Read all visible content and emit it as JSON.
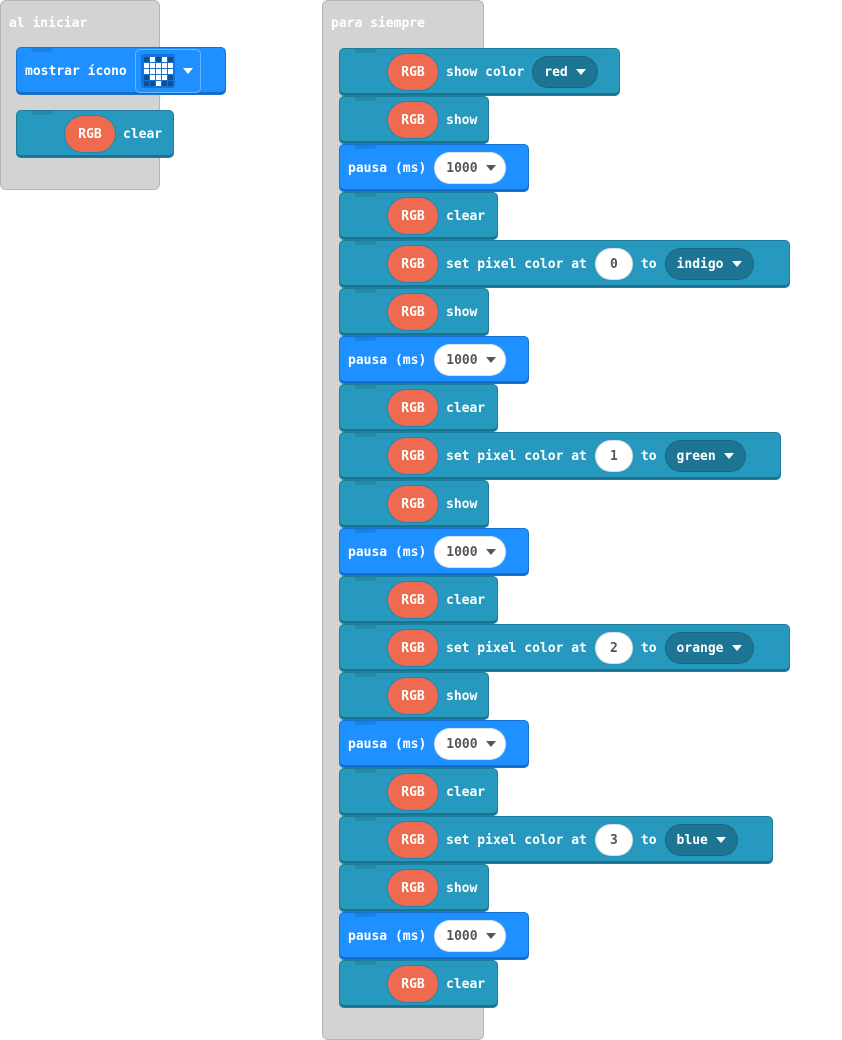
{
  "on_start": {
    "title": "al iniciar",
    "show_icon_label": "mostrar ícono",
    "icon_name": "small-heart-icon",
    "icon_leds": [
      [
        0,
        1,
        0,
        1,
        0
      ],
      [
        1,
        1,
        1,
        1,
        1
      ],
      [
        1,
        1,
        1,
        1,
        1
      ],
      [
        0,
        1,
        1,
        1,
        0
      ],
      [
        0,
        0,
        1,
        0,
        0
      ]
    ],
    "rgb_label": "RGB",
    "clear_label": "clear"
  },
  "forever": {
    "title": "para siempre",
    "rgb_label": "RGB",
    "show_color_label": "show color",
    "color_red": "red",
    "show_label": "show",
    "clear_label": "clear",
    "pause_label": "pausa (ms)",
    "pause_value": "1000",
    "set_pixel_label": "set pixel color at",
    "to_label": "to",
    "pixels": [
      {
        "index": "0",
        "color": "indigo"
      },
      {
        "index": "1",
        "color": "green"
      },
      {
        "index": "2",
        "color": "orange"
      },
      {
        "index": "3",
        "color": "blue"
      }
    ]
  },
  "colors": {
    "hat_bg": "#d3d3d3",
    "rgb_block": "#2799be",
    "basic_block": "#1e90ff",
    "rgb_pill": "#f06a4f",
    "dropdown_dark": "#1e7593"
  }
}
